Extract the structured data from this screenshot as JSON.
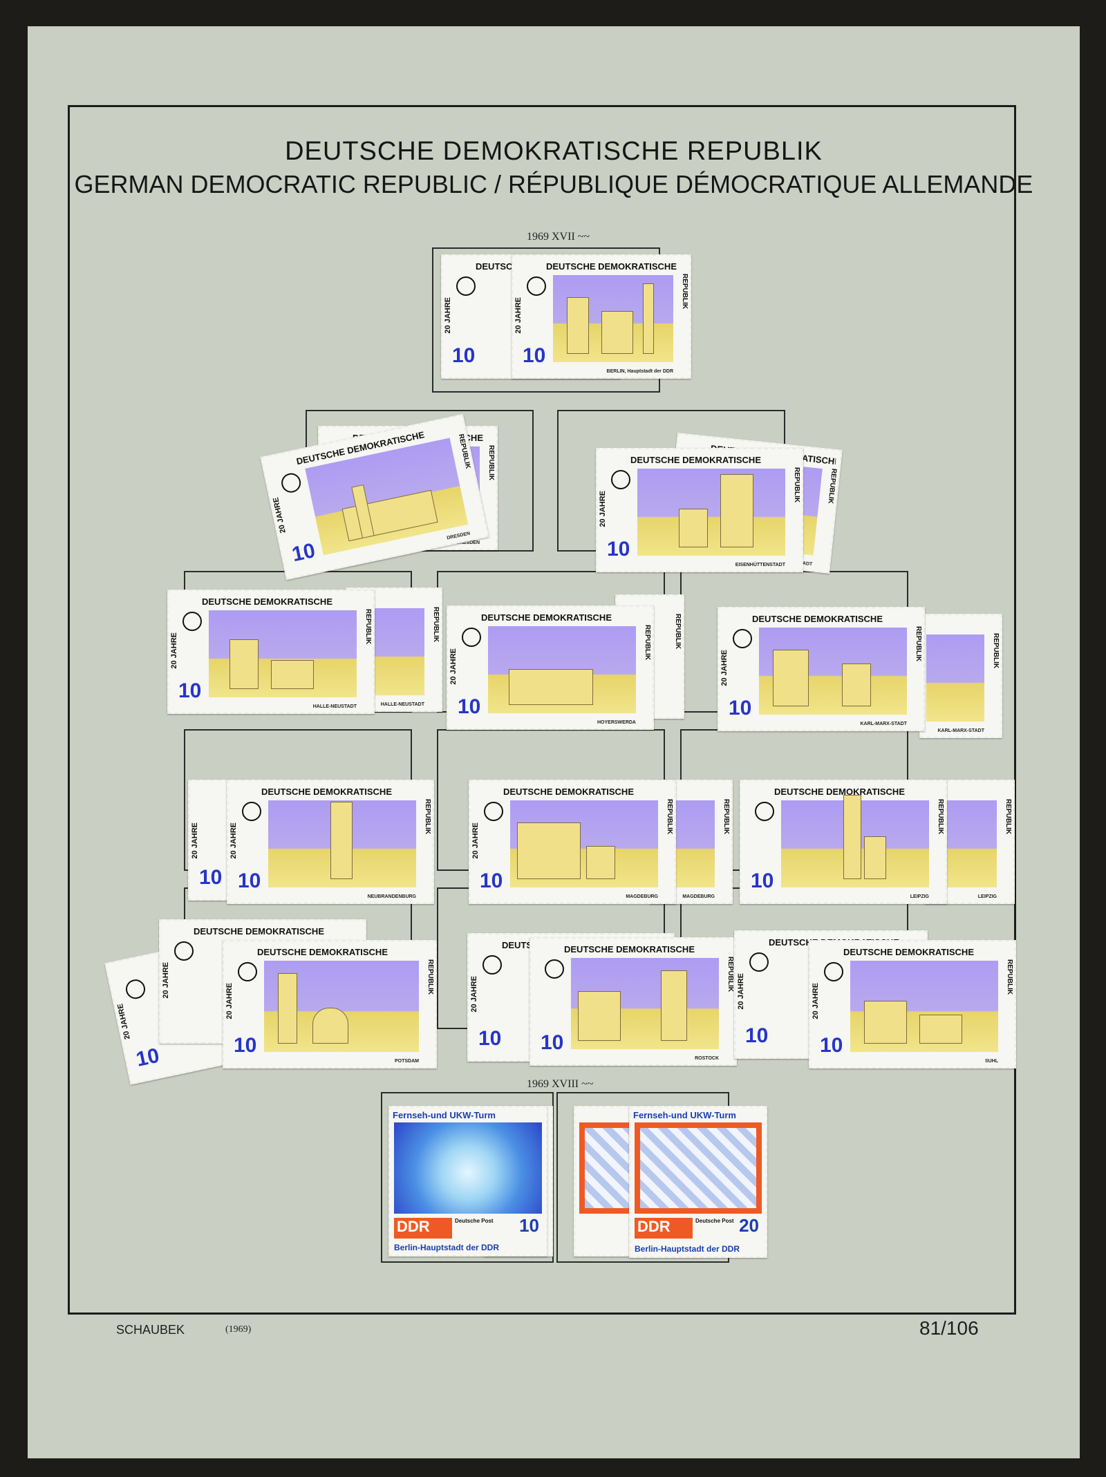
{
  "header": {
    "title_de": "DEUTSCHE DEMOKRATISCHE REPUBLIK",
    "title_en_fr": "GERMAN DEMOCRATIC REPUBLIC / RÉPUBLIQUE DÉMOCRATIQUE ALLEMANDE"
  },
  "sections": {
    "xvii": "1969 XVII ~~",
    "xviii": "1969 XVIII ~~"
  },
  "stamp_common": {
    "country": "DEUTSCHE DEMOKRATISCHE",
    "side": "REPUBLIK",
    "jubilee": "20 JAHRE",
    "value": "10"
  },
  "stamps_xvii": [
    {
      "caption": "BERLIN, Hauptstadt der DDR"
    },
    {
      "caption": "DRESDEN"
    },
    {
      "caption": "EISENHÜTTENSTADT"
    },
    {
      "caption": "HALLE-NEUSTADT"
    },
    {
      "caption": "HOYERSWERDA"
    },
    {
      "caption": "KARL-MARX-STADT"
    },
    {
      "caption": "NEUBRANDENBURG"
    },
    {
      "caption": "MAGDEBURG"
    },
    {
      "caption": "LEIPZIG"
    },
    {
      "caption": "POTSDAM"
    },
    {
      "caption": "ROSTOCK"
    },
    {
      "caption": "SUHL"
    }
  ],
  "stamps_xviii": [
    {
      "header": "Fernseh-und UKW-Turm",
      "ddr": "DDR",
      "post": "Deutsche Post",
      "value": "10",
      "caption": "Berlin-Hauptstadt der DDR"
    },
    {
      "header": "Fernseh-und UKW-Turm",
      "ddr": "DDR",
      "post": "Deutsche Post",
      "value": "20",
      "caption": "Berlin-Hauptstadt der DDR"
    }
  ],
  "footer": {
    "publisher": "SCHAUBEK",
    "year": "(1969)",
    "page": "81/106"
  }
}
